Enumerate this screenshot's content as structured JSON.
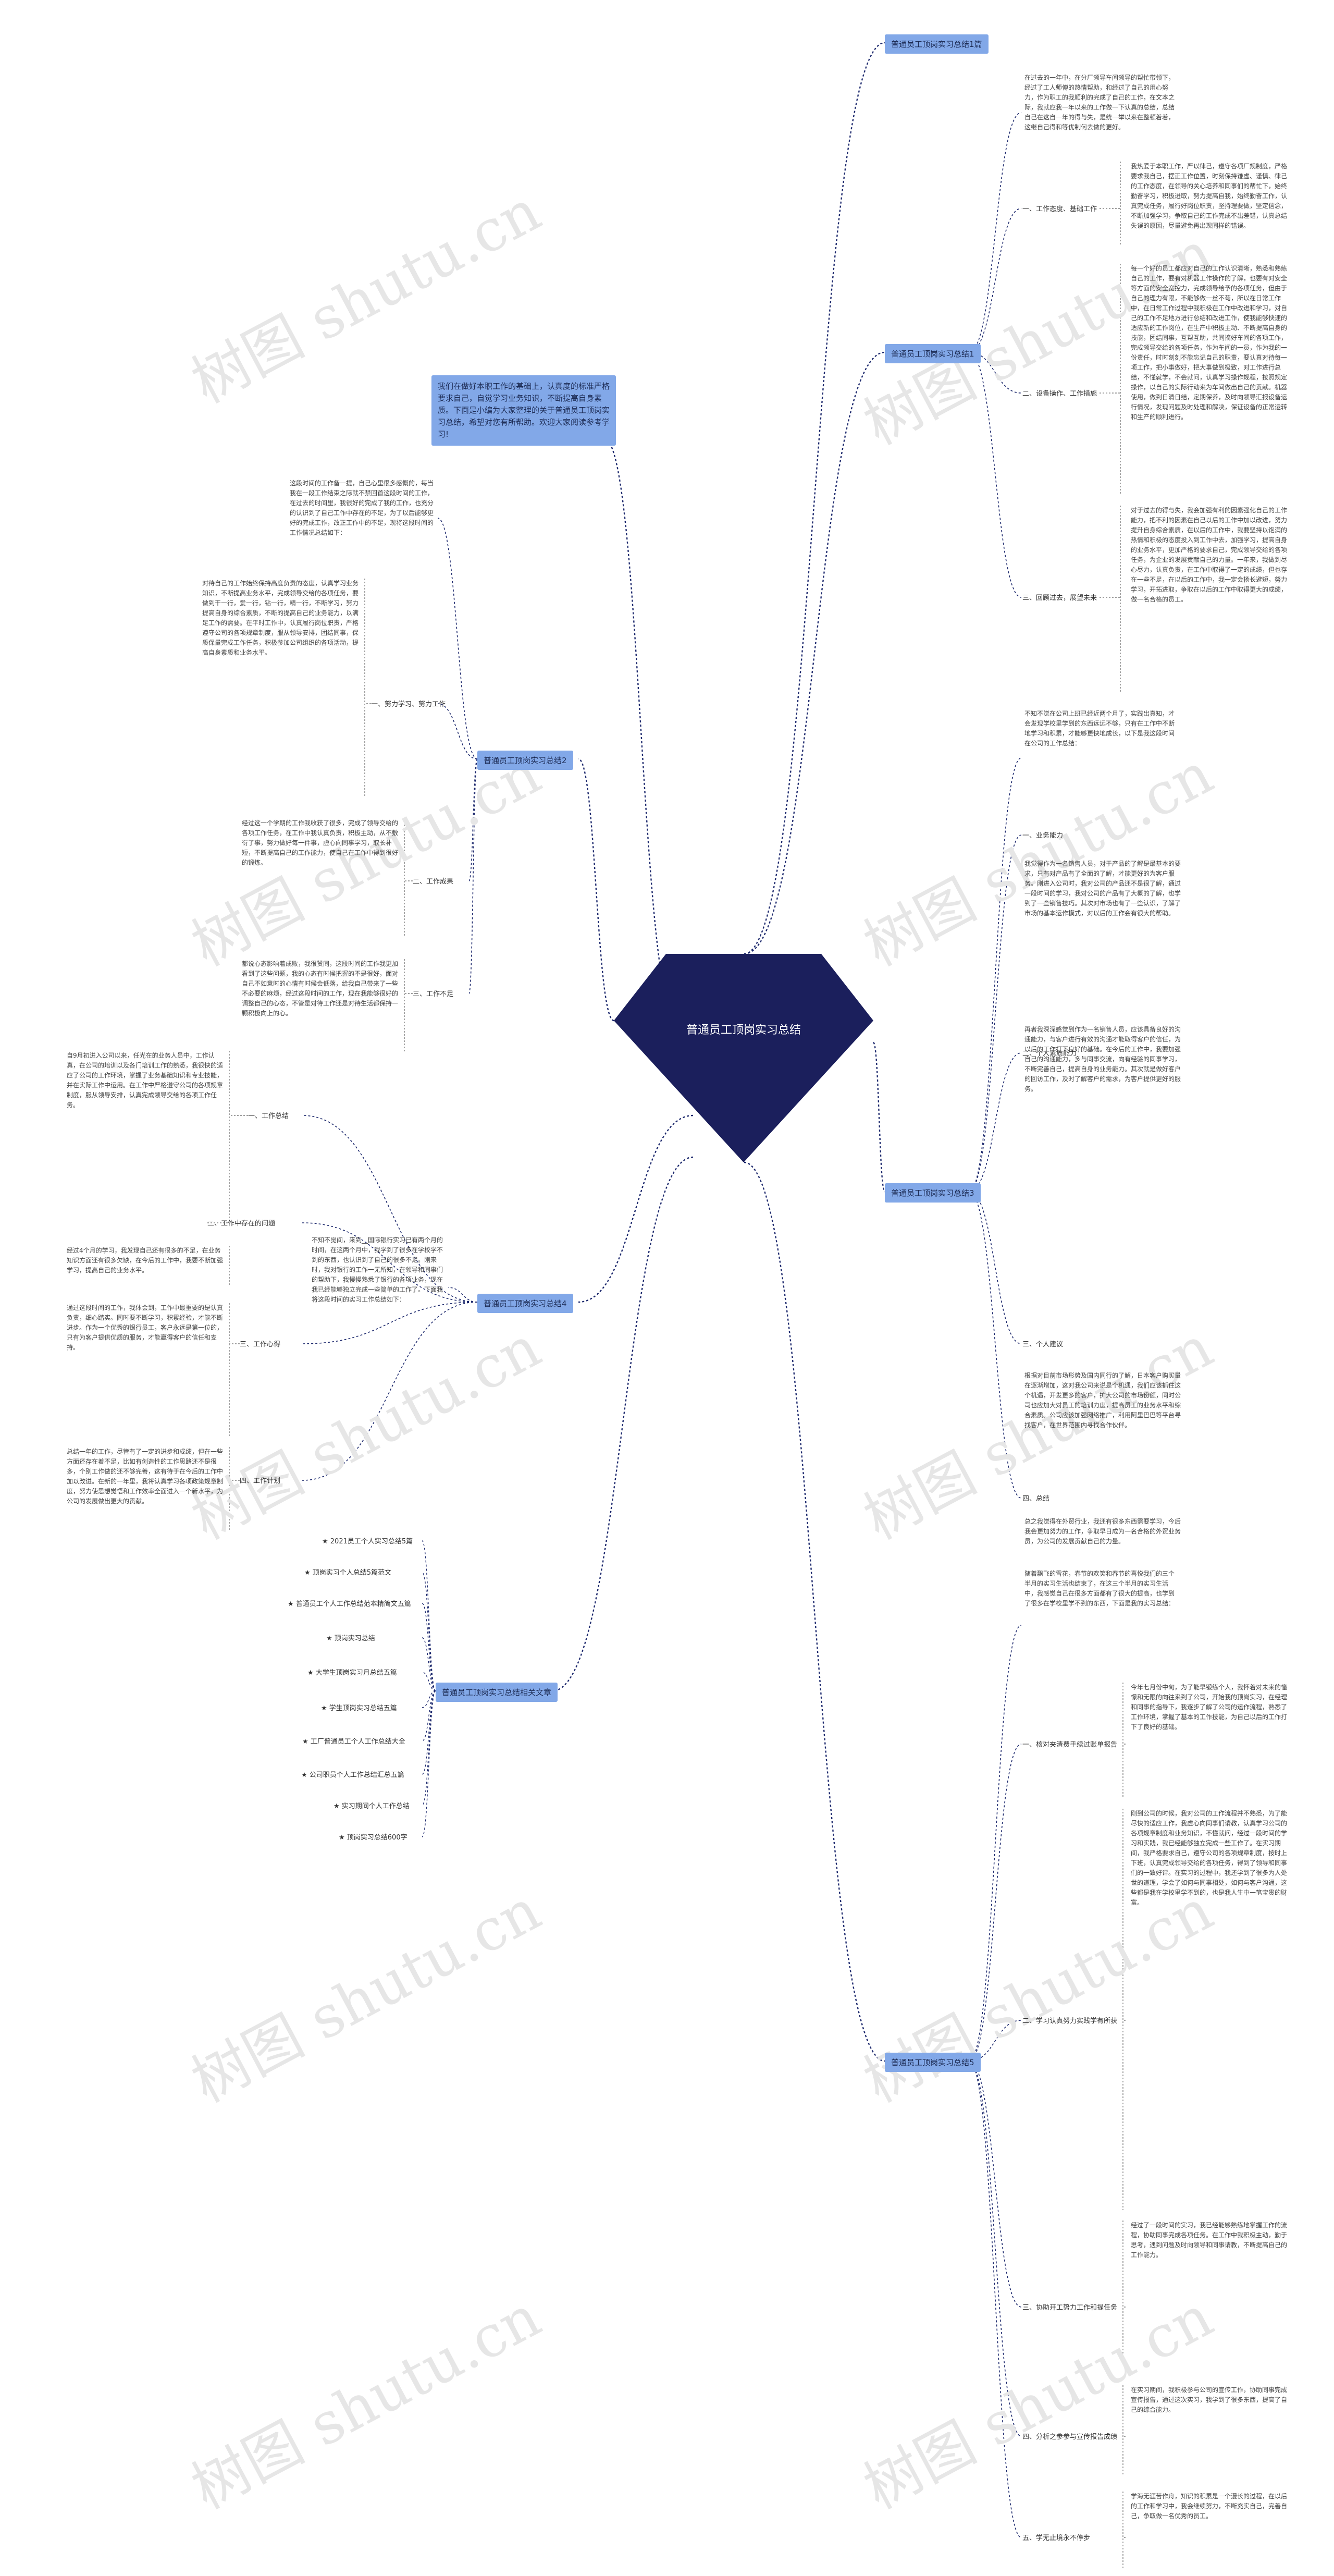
{
  "watermark": "树图 shutu.cn",
  "center": {
    "title": "普通员工顶岗实习总结"
  },
  "intro": "我们在做好本职工作的基础上，认真度的标准严格要求自己，自觉学习业务知识，不断提高自身素质。下面是小编为大家整理的关于普通员工顶岗实习总结，希望对您有所帮助。欢迎大家阅读参考学习!",
  "branches": [
    {
      "label": "普通员工顶岗实习总结1篇"
    },
    {
      "label": "普通员工顶岗实习总结1"
    },
    {
      "label": "普通员工顶岗实习总结2"
    },
    {
      "label": "普通员工顶岗实习总结3"
    },
    {
      "label": "普通员工顶岗实习总结4"
    },
    {
      "label": "普通员工顶岗实习总结相关文章"
    },
    {
      "label": "普通员工顶岗实习总结5"
    }
  ],
  "b1": {
    "lead": "在过去的一年中，在分厂领导车间领导的帮忙带领下，经过了工人师傅的热情帮助，和经过了自己的用心努力，作为职工的我顺利的完成了自己的工作，在文本之际，我就应我一年以来的工作做一下认真的总结，总结自己在这自一年的得与失，是统一举以来在整顿着着，这继自己得和等优制何去做的更好。",
    "subs": [
      {
        "label": "一、工作态度、基础工作",
        "text": "我热爱于本职工作，严以律己，遵守各项厂规制度，严格要求我自己，摆正工作位置，时刻保持谦虚、谨慎、律己的工作态度，在领导的关心培养和同事们的帮忙下，始终勤奋学习，积极进取，努力提高自我，始终勤奋工作，认真完成任务，履行好岗位职责，坚持理要做，坚定信念，不断加强学习，争取自己的工作完成不出差错，认真总结失误的原因，尽量避免再出现同样的错误。"
      },
      {
        "label": "二、设备操作、工作措施",
        "text": "每一个好的员工都应对自己的工作认识清晰，熟悉和熟练自己的工作，要有对机器工作操作的了解，也要有对安全等方面的安全宽控力，完成领导给予的各项任务，但由于自己的理力有限，不能够做一丝不苟，所以在日常工作中，在日常工作过程中我积极在工作中改进和学习，对自己的工作不足地方进行总结和改进工作，使我能够快速的适应新的工作岗位，在生产中积极主动、不断提高自身的技能，团结同事，互帮互助，共同搞好车间的各项工作，完成领导交给的各项任务，作为车间的一员，作为我的一份责任，时时刻刻不能忘记自己的职责，要认真对待每一项工作，把小事做好，把大事做到极致，对工作进行总结，不懂就学，不会就问，认真学习操作规程，按照规定操作，以自己的实际行动来为车间做出自己的贡献。机器使用，做到日清日结，定期保养，及时向领导汇报设备运行情况，发现问题及时处理和解决，保证设备的正常运转和生产的顺利进行。"
      },
      {
        "label": "三、回顾过去，展望未来",
        "text": "对于过去的得与失，我会加强有利的因素强化自己的工作能力，把不利的因素在自己以后的工作中加以改进，努力提升自身综合素质，在以后的工作中，我要坚持以饱满的热情和积极的态度投入到工作中去，加强学习，提高自身的业务水平，更加严格的要求自己，完成领导交给的各项任务，为企业的发展贡献自己的力量。一年来，我做到尽心尽力，认真负责，在工作中取得了一定的成绩，但也存在一些不足，在以后的工作中，我一定会扬长避短，努力学习，开拓进取，争取在以后的工作中取得更大的成绩，做一名合格的员工。"
      }
    ]
  },
  "b2": {
    "lead": "这段时间的工作备一提，自己心里很多感慨的，每当我在一段工作结束之际就不禁回首这段时间的工作，在过去的时间里，我很好的完成了我的工作，也充分的认识到了自己工作中存在的不足，为了以后能够更好的完成工作，改正工作中的不足，现将这段时间的工作情况总结如下：",
    "subs": [
      {
        "label": "一、努力学习、努力工作",
        "text": "对待自己的工作始终保持高度负责的态度，认真学习业务知识，不断提高业务水平，完成领导交给的各项任务，要做到干一行，爱一行，钻一行，精一行，不断学习，努力提高自身的综合素质，不断的提高自己的业务能力，以满足工作的需要。在平时工作中，认真履行岗位职责，严格遵守公司的各项规章制度，服从领导安排，团结同事，保质保量完成工作任务，积极参加公司组织的各项活动，提高自身素质和业务水平。"
      },
      {
        "label": "二、工作成果",
        "text": "经过这一个学期的工作我收获了很多，完成了领导交给的各项工作任务，在工作中我认真负责，积极主动，从不敷衍了事，努力做好每一件事，虚心向同事学习，取长补短，不断提高自己的工作能力，使自己在工作中得到很好的锻炼。"
      },
      {
        "label": "三、工作不足",
        "text": "都说心态影响着成败，我很赞同，这段时间的工作我更加看到了这些问题，我的心态有时候把握的不是很好，面对自己不如意时的心情有时候会低落，给我自己带来了一些不必要的麻烦，经过这段时间的工作，现在我能够很好的调整自己的心态，不管是对待工作还是对待生活都保持一颗积极向上的心。"
      }
    ]
  },
  "b3": {
    "lead": "不知不觉在公司上班已经近两个月了，实践出真知，才会发现学校里学到的东西远远不够，只有在工作中不断地学习和积累，才能够更快地成长，以下是我这段时间在公司的工作总结：",
    "subs": [
      {
        "label": "一、业务能力",
        "text": "我觉得作为一名销售人员，对于产品的了解是最基本的要求，只有对产品有了全面的了解，才能更好的为客户服务。刚进入公司时，我对公司的产品还不是很了解，通过一段时间的学习，我对公司的产品有了大概的了解，也学到了一些销售技巧。其次对市场也有了一些认识，了解了市场的基本运作模式，对以后的工作会有很大的帮助。"
      },
      {
        "label": "二、个人素质能力",
        "text": "再者我深深感觉到作为一名销售人员，应该具备良好的沟通能力，与客户进行有效的沟通才能取得客户的信任，为以后的工作打下良好的基础。在今后的工作中，我要加强自己的沟通能力，多与同事交流，向有经验的同事学习，不断完善自己，提高自身的业务能力。其次就是做好客户的回访工作，及时了解客户的需求，为客户提供更好的服务。"
      },
      {
        "label": "三、个人建议",
        "text": "根据对目前市场形势及国内同行的了解，日本客户购买量在逐渐增加，这对我公司来说是个机遇，我们应该抓住这个机遇，开发更多的客户，扩大公司的市场份额，同时公司也应加大对员工的培训力度，提高员工的业务水平和综合素质。公司应该加强网络推广，利用阿里巴巴等平台寻找客户，在世界范围内寻找合作伙伴。"
      },
      {
        "label": "四、总结",
        "text": "总之我觉得在外贸行业，我还有很多东西需要学习，今后我会更加努力的工作，争取早日成为一名合格的外贸业务员，为公司的发展贡献自己的力量。"
      }
    ]
  },
  "b4": {
    "lead": "不知不觉间，来到__国际银行实习已有两个月的时间，在这两个月中，我学到了很多在学校学不到的东西，也认识到了自己的很多不足。刚来时，我对银行的工作一无所知，在领导和同事们的帮助下，我慢慢熟悉了银行的各项业务，现在我已经能够独立完成一些简单的工作了。下面我将这段时间的实习工作总结如下：",
    "subs": [
      {
        "label": "一、工作总结",
        "text": "自9月初进入公司以来，任光在的业务人员中，工作认真，在公司的培训以及各门培训工作的熟悉，我很快的适应了公司的工作环境，掌握了业务基础知识和专业技能，并在实际工作中运用。在工作中严格遵守公司的各项规章制度，服从领导安排，认真完成领导交给的各项工作任务。"
      },
      {
        "label": "二、工作中存在的问题",
        "text": "经过4个月的学习，我发现自己还有很多的不足，在业务知识方面还有很多欠缺，在今后的工作中，我要不断加强学习，提高自己的业务水平。"
      },
      {
        "label": "三、工作心得",
        "text": "通过这段时间的工作，我体会到，工作中最重要的是认真负责，细心踏实。同时要不断学习，积累经验，才能不断进步。作为一个优秀的银行员工，客户永远是第一位的，只有为客户提供优质的服务，才能赢得客户的信任和支持。"
      },
      {
        "label": "四、工作计划",
        "text": "总结一年的工作，尽管有了一定的进步和成绩，但在一些方面还存在着不足，比如有创造性的工作思路还不是很多，个别工作做的还不够完善，这有待于在今后的工作中加以改进。在新的一年里，我将认真学习各项政策规章制度，努力使思想觉悟和工作效率全面进入一个新水平，为公司的发展做出更大的贡献。"
      }
    ]
  },
  "b5": {
    "lead": "随着飘飞的雪花，春节的欢笑和春节的喜悦我们的三个半月的实习生活也结束了，在这三个半月的实习生活中，我感觉自己在很多方面都有了很大的提高，也学到了很多在学校里学不到的东西，下面是我的实习总结：",
    "subs": [
      {
        "label": "一、核对夹清费手续过账单报告",
        "text": "今年七月份中旬，为了能早锻练个人，我怀着对未来的憧憬和无限的向往来到了公司，开始我的顶岗实习，在经理和同事的指导下，我逐步了解了公司的运作流程，熟悉了工作环境，掌握了基本的工作技能，为自己以后的工作打下了良好的基础。"
      },
      {
        "label": "二、学习认真努力实践学有所获",
        "text": "刚到公司的时候，我对公司的工作流程并不熟悉，为了能尽快的适应工作，我虚心向同事们请教，认真学习公司的各项规章制度和业务知识，不懂就问，经过一段时间的学习和实践，我已经能够独立完成一些工作了。在实习期间，我严格要求自己，遵守公司的各项规章制度，按时上下班，认真完成领导交给的各项任务，得到了领导和同事们的一致好评。在实习的过程中，我还学到了很多为人处世的道理，学会了如何与同事相处，如何与客户沟通，这些都是我在学校里学不到的，也是我人生中一笔宝贵的财富。"
      },
      {
        "label": "三、协助开工势力工作和提任务",
        "text": "经过了一段时间的实习，我已经能够熟练地掌握工作的流程，协助同事完成各项任务。在工作中我积极主动，勤于思考，遇到问题及时向领导和同事请教，不断提高自己的工作能力。"
      },
      {
        "label": "四、分析之参参与宣传报告成绩",
        "text": "在实习期间，我积极参与公司的宣传工作，协助同事完成宣传报告，通过这次实习，我学到了很多东西，提高了自己的综合能力。"
      },
      {
        "label": "五、学无止境永不停步",
        "text": "学海无涯苦作舟，知识的积累是一个漫长的过程，在以后的工作和学习中，我会继续努力，不断充实自己，完善自己，争取做一名优秀的员工。"
      }
    ]
  },
  "links": [
    {
      "label": "★ 2021员工个人实习总结5篇"
    },
    {
      "label": "★ 顶岗实习个人总结5篇范文"
    },
    {
      "label": "★ 普通员工个人工作总结范本精简文五篇"
    },
    {
      "label": "★ 顶岗实习总结"
    },
    {
      "label": "★ 大学生顶岗实习月总结五篇"
    },
    {
      "label": "★ 学生顶岗实习总结五篇"
    },
    {
      "label": "★ 工厂普通员工个人工作总结大全"
    },
    {
      "label": "★ 公司职员个人工作总结汇总五篇"
    },
    {
      "label": "★ 实习期间个人工作总结"
    },
    {
      "label": "★ 顶岗实习总结600字"
    }
  ],
  "colors": {
    "center": "#1b1f5c",
    "branch": "#82a8e8",
    "line": "#1e2a6e"
  }
}
